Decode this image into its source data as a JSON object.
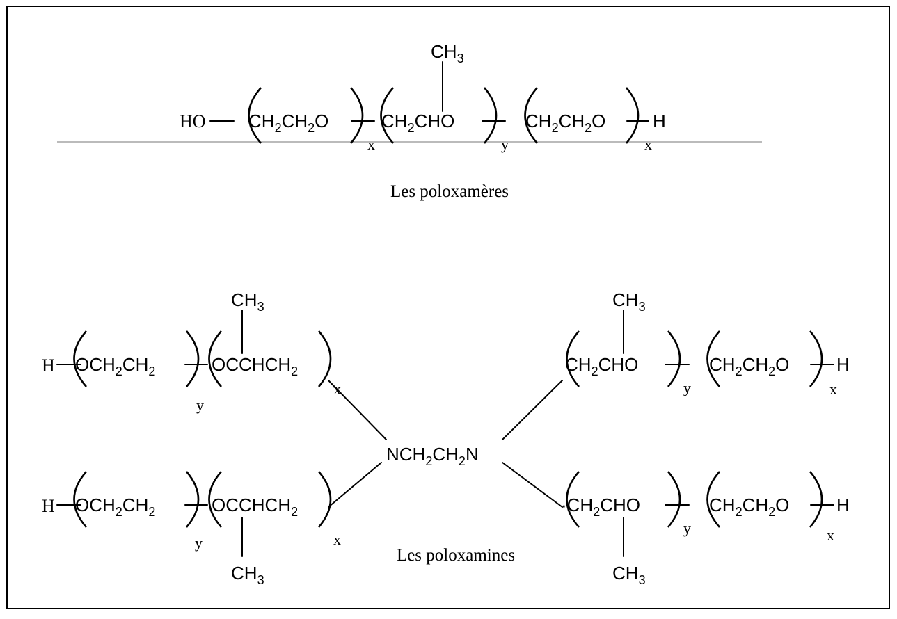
{
  "captions": {
    "poloxameres": "Les poloxamères",
    "poloxamines": "Les poloxamines"
  },
  "atoms": {
    "HO": "HO",
    "H": "H",
    "CH": "CH",
    "C": "C",
    "CHCH": "CHCH",
    "CHO": "CHO",
    "O": "O",
    "OC": "OC",
    "OCH": "OCH",
    "N": "N",
    "NCH": "NCH",
    "dotCH": "·CH",
    "sub2": "2",
    "sub3": "3"
  },
  "indices": {
    "x": "x",
    "y": "y"
  }
}
